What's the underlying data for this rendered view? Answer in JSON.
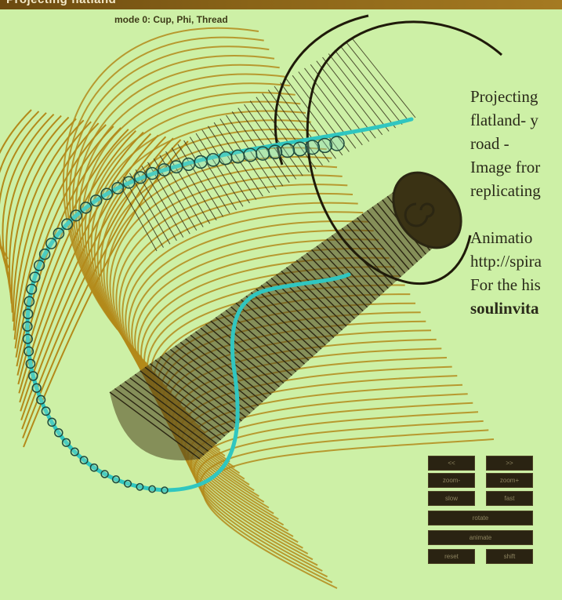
{
  "banner": {
    "text": "Projecting flatland"
  },
  "mode_label": "mode 0: Cup, Phi, Thread",
  "caption": {
    "lines": [
      "Projecting",
      "flatland- y",
      "road -",
      "Image fror",
      "replicating"
    ],
    "lines2": [
      " Animatio",
      "http://spira",
      "For the his"
    ],
    "bold_line": "soulinvita"
  },
  "controls": {
    "buttons": [
      {
        "label": "<<",
        "name": "ctl-prev"
      },
      {
        "label": ">>",
        "name": "ctl-next"
      },
      {
        "label": "zoom-",
        "name": "ctl-zoom-out"
      },
      {
        "label": "zoom+",
        "name": "ctl-zoom-in"
      },
      {
        "label": "slow",
        "name": "ctl-slow"
      },
      {
        "label": "fast",
        "name": "ctl-fast"
      },
      {
        "label": "rotate",
        "name": "ctl-rotate"
      },
      {
        "label": "animate",
        "name": "ctl-animate"
      },
      {
        "label": "reset",
        "name": "ctl-reset"
      },
      {
        "label": "shift",
        "name": "ctl-shift"
      }
    ]
  },
  "colors": {
    "background": "#cdf0a6",
    "mesh": "#b38a1a",
    "tube": "#2b2612",
    "thread": "#30c6c0"
  }
}
